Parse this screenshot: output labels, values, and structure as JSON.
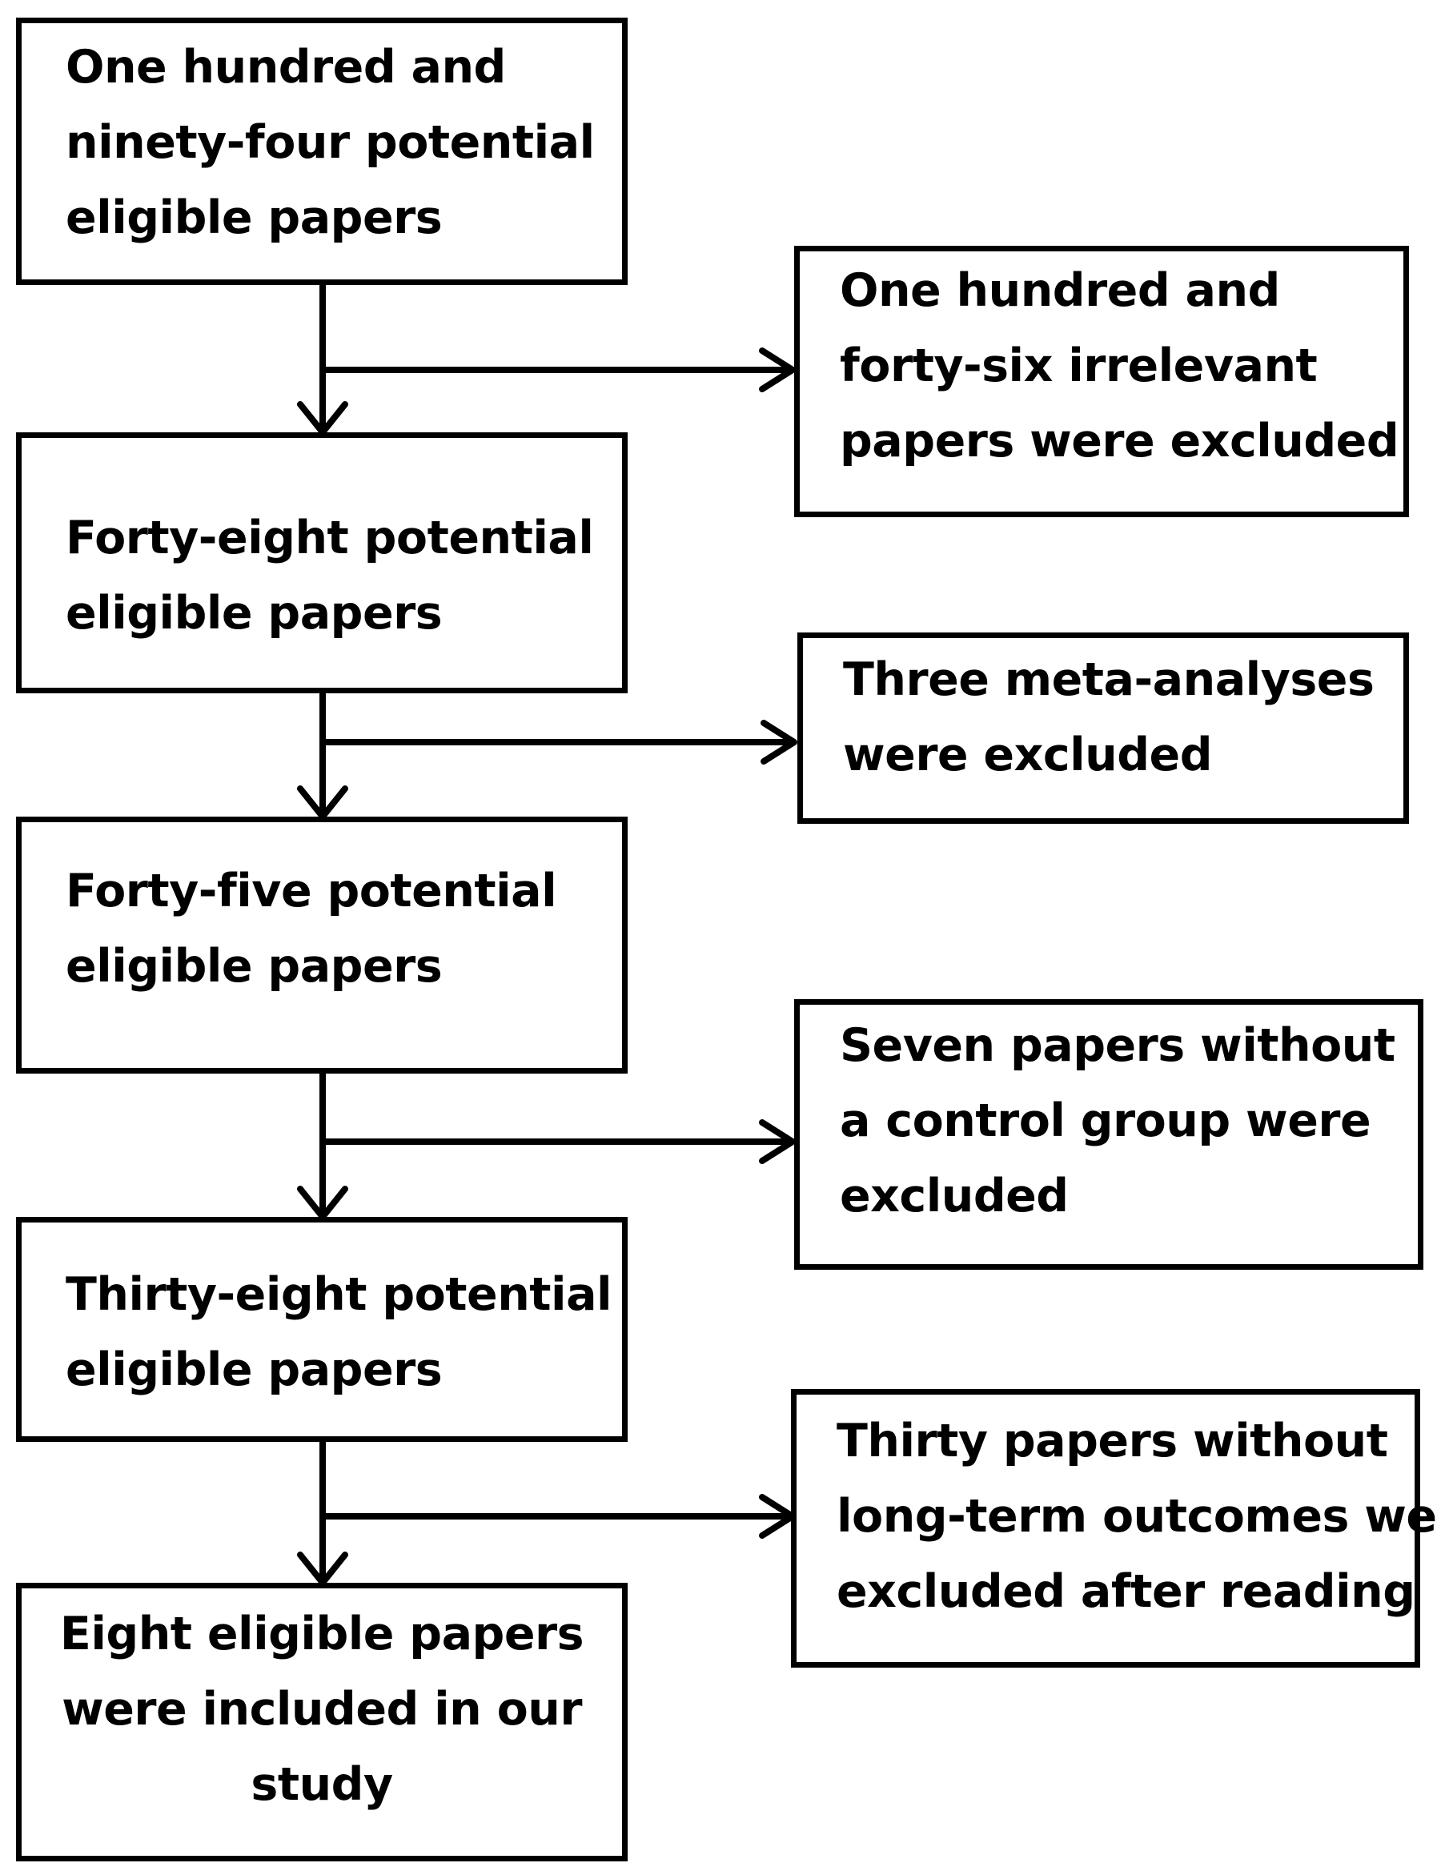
{
  "flowchart": {
    "main_steps": [
      {
        "lines": [
          "One hundred and",
          "ninety-four potential",
          "eligible papers"
        ]
      },
      {
        "lines": [
          "Forty-eight potential",
          "eligible papers"
        ]
      },
      {
        "lines": [
          "Forty-five potential",
          "eligible papers"
        ]
      },
      {
        "lines": [
          "Thirty-eight  potential",
          "eligible papers"
        ]
      },
      {
        "lines": [
          "Eight eligible papers",
          "were included in our",
          "study"
        ]
      }
    ],
    "exclusions": [
      {
        "lines": [
          "One hundred and",
          "forty-six irrelevant",
          "papers were excluded"
        ]
      },
      {
        "lines": [
          "Three  meta-analyses",
          "were excluded"
        ]
      },
      {
        "lines": [
          "Seven  papers  without",
          "a  control  group  were",
          "excluded"
        ]
      },
      {
        "lines": [
          "Thirty  papers  without",
          "long-term outcomes were",
          "excluded  after  reading"
        ]
      }
    ]
  }
}
